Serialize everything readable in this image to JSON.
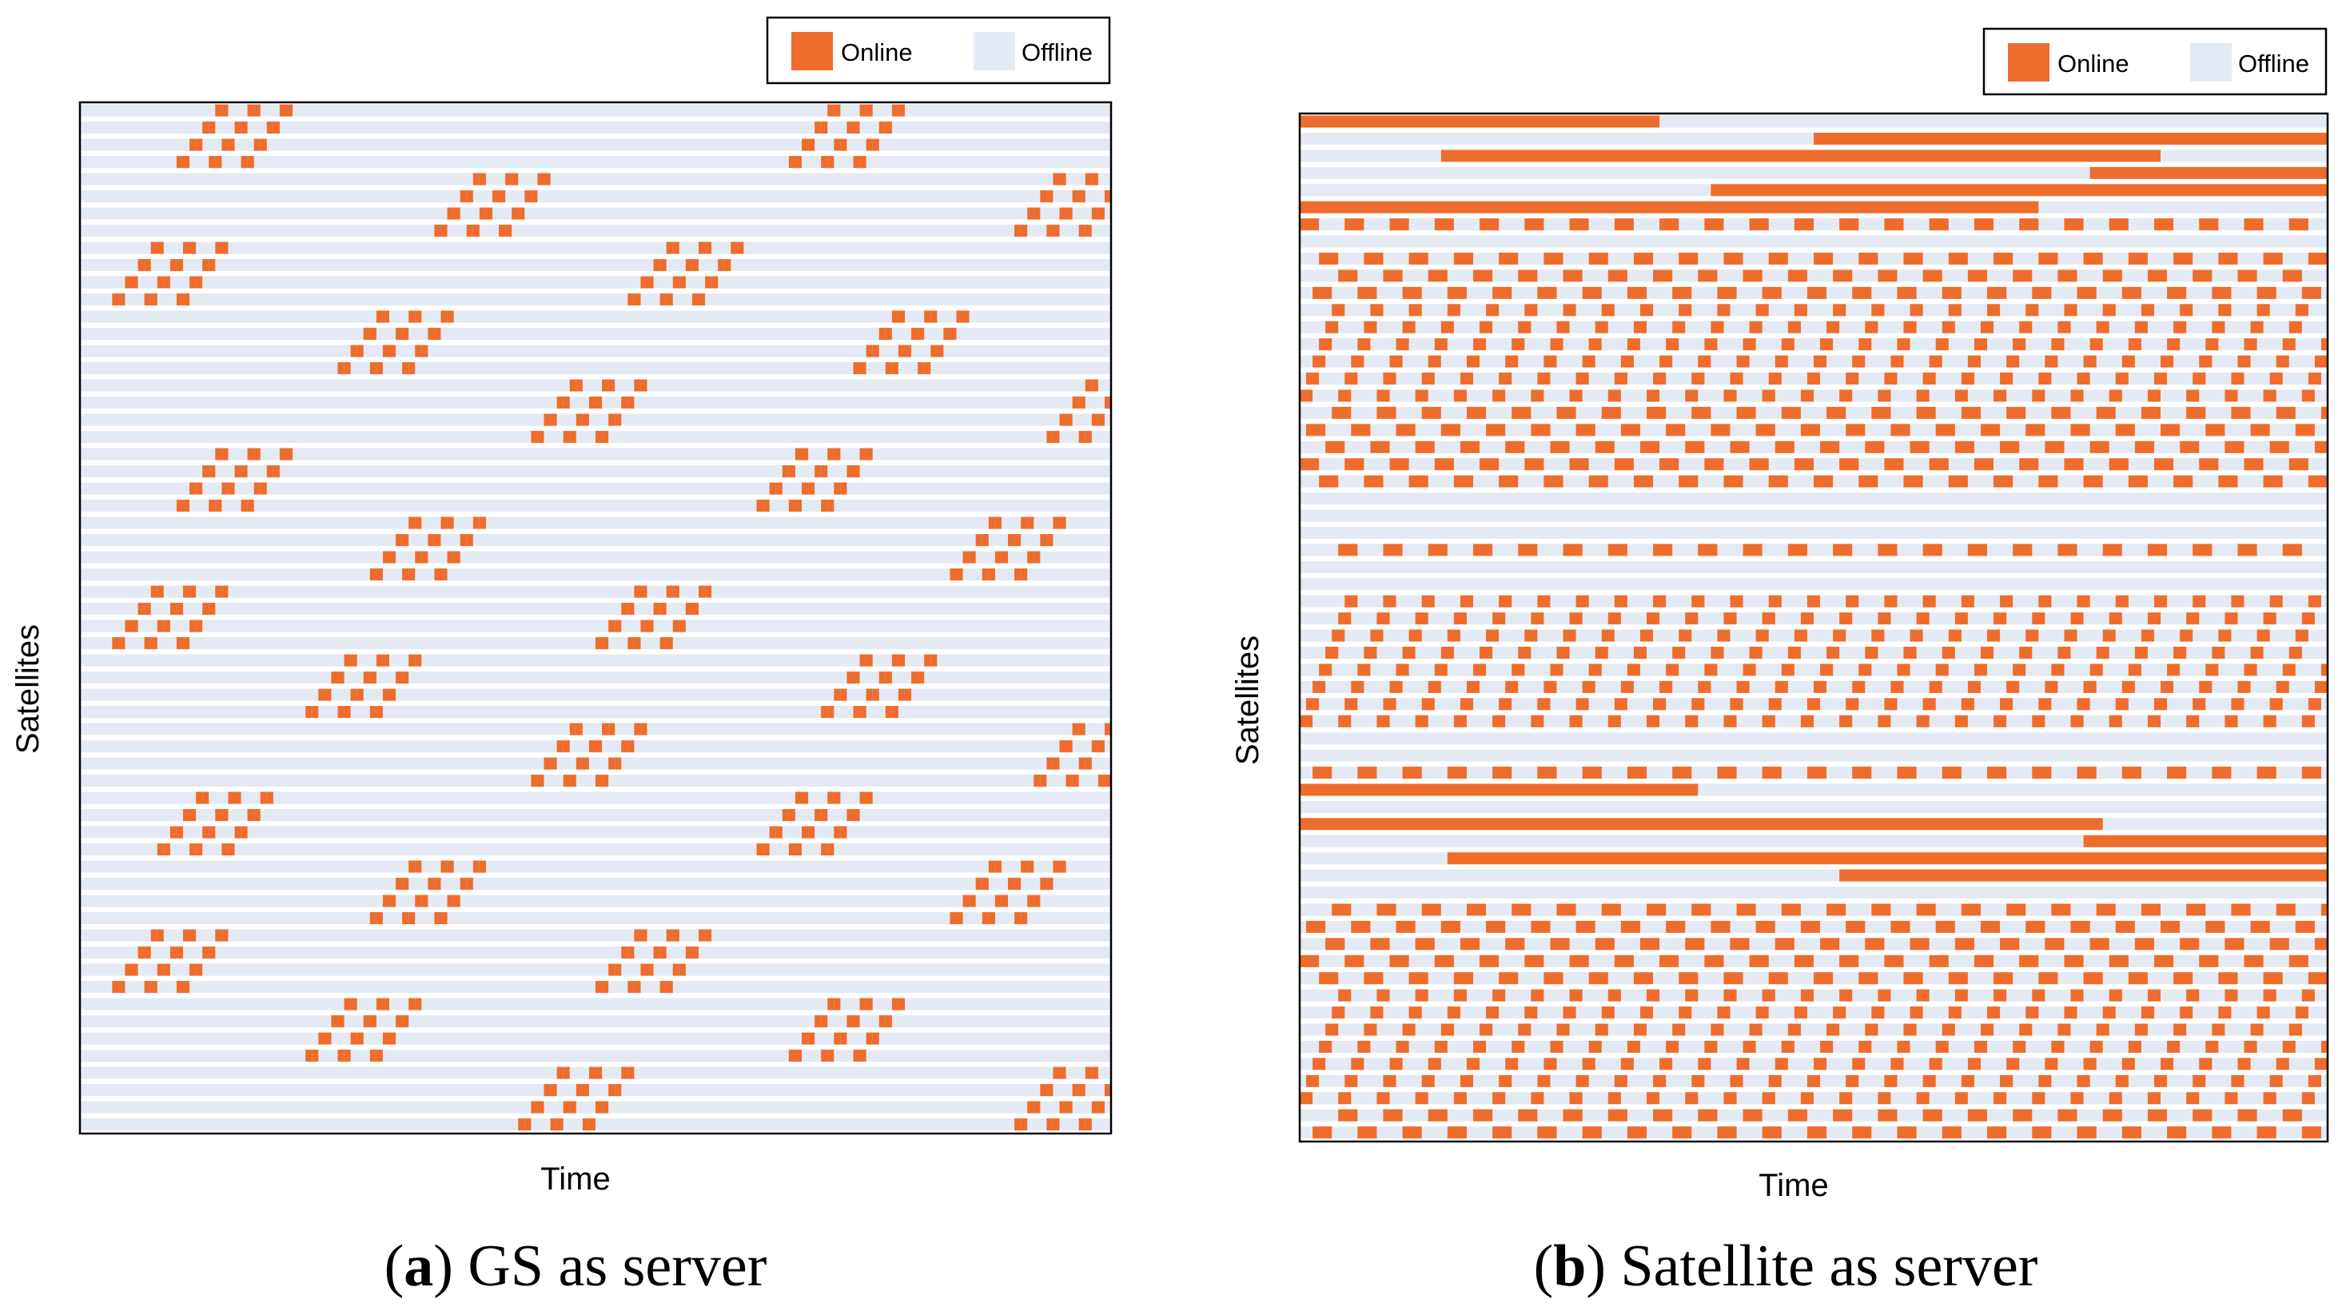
{
  "chart_data": [
    {
      "type": "heatmap",
      "panel_label": "a",
      "caption": "GS as server",
      "xlabel": "Time",
      "ylabel": "Satellites",
      "legend": {
        "placement": "top-right",
        "entries": [
          "Online",
          "Offline"
        ]
      },
      "colors": {
        "online": "#EE6D2C",
        "offline": "#E3EAF3",
        "frame": "#000000"
      },
      "rows": 60,
      "time_steps": 160,
      "pattern": {
        "description": "Short diagonal online bursts (staircases) per satellite, repeated in bands",
        "bands": [
          {
            "rows": [
              0,
              3
            ],
            "bursts_at": [
              15,
              110
            ]
          },
          {
            "rows": [
              4,
              7
            ],
            "bursts_at": [
              55,
              145
            ]
          },
          {
            "rows": [
              8,
              11
            ],
            "bursts_at": [
              5,
              85
            ]
          },
          {
            "rows": [
              12,
              15
            ],
            "bursts_at": [
              40,
              120
            ]
          },
          {
            "rows": [
              16,
              19
            ],
            "bursts_at": [
              70,
              150
            ]
          },
          {
            "rows": [
              20,
              23
            ],
            "bursts_at": [
              15,
              105
            ]
          },
          {
            "rows": [
              24,
              27
            ],
            "bursts_at": [
              45,
              135
            ]
          },
          {
            "rows": [
              28,
              31
            ],
            "bursts_at": [
              5,
              80
            ]
          },
          {
            "rows": [
              32,
              35
            ],
            "bursts_at": [
              35,
              115
            ]
          },
          {
            "rows": [
              36,
              39
            ],
            "bursts_at": [
              70,
              148
            ]
          },
          {
            "rows": [
              40,
              43
            ],
            "bursts_at": [
              12,
              105
            ]
          },
          {
            "rows": [
              44,
              47
            ],
            "bursts_at": [
              45,
              135
            ]
          },
          {
            "rows": [
              48,
              51
            ],
            "bursts_at": [
              5,
              80
            ]
          },
          {
            "rows": [
              52,
              55
            ],
            "bursts_at": [
              35,
              110
            ]
          },
          {
            "rows": [
              56,
              59
            ],
            "bursts_at": [
              68,
              145
            ]
          }
        ]
      }
    },
    {
      "type": "heatmap",
      "panel_label": "b",
      "caption": "Satellite as server",
      "xlabel": "Time",
      "ylabel": "Satellites",
      "legend": {
        "placement": "top-right",
        "entries": [
          "Online",
          "Offline"
        ]
      },
      "colors": {
        "online": "#EE6D2C",
        "offline": "#E3EAF3",
        "frame": "#000000"
      },
      "rows": 60,
      "time_steps": 160,
      "pattern": {
        "description": "Long continuous online bars, periodic dashed rows, and dense diagonal stripe bands",
        "long_bars": [
          {
            "row": 0,
            "start": 0,
            "end": 56
          },
          {
            "row": 2,
            "start": 22,
            "end": 134
          },
          {
            "row": 1,
            "start": 80,
            "end": 160
          },
          {
            "row": 3,
            "start": 123,
            "end": 160
          },
          {
            "row": 4,
            "start": 64,
            "end": 160
          },
          {
            "row": 5,
            "start": 0,
            "end": 115
          },
          {
            "row": 39,
            "start": 0,
            "end": 62
          },
          {
            "row": 41,
            "start": 0,
            "end": 125
          },
          {
            "row": 42,
            "start": 122,
            "end": 160
          },
          {
            "row": 43,
            "start": 23,
            "end": 160
          },
          {
            "row": 44,
            "start": 84,
            "end": 160
          }
        ],
        "dashed_rows": [
          6,
          8,
          9,
          10,
          17,
          18,
          19,
          20,
          21,
          25,
          38,
          46,
          47,
          48,
          49,
          50,
          58,
          59
        ],
        "stripe_bands": [
          [
            11,
            16
          ],
          [
            28,
            35
          ],
          [
            51,
            57
          ]
        ]
      }
    }
  ]
}
